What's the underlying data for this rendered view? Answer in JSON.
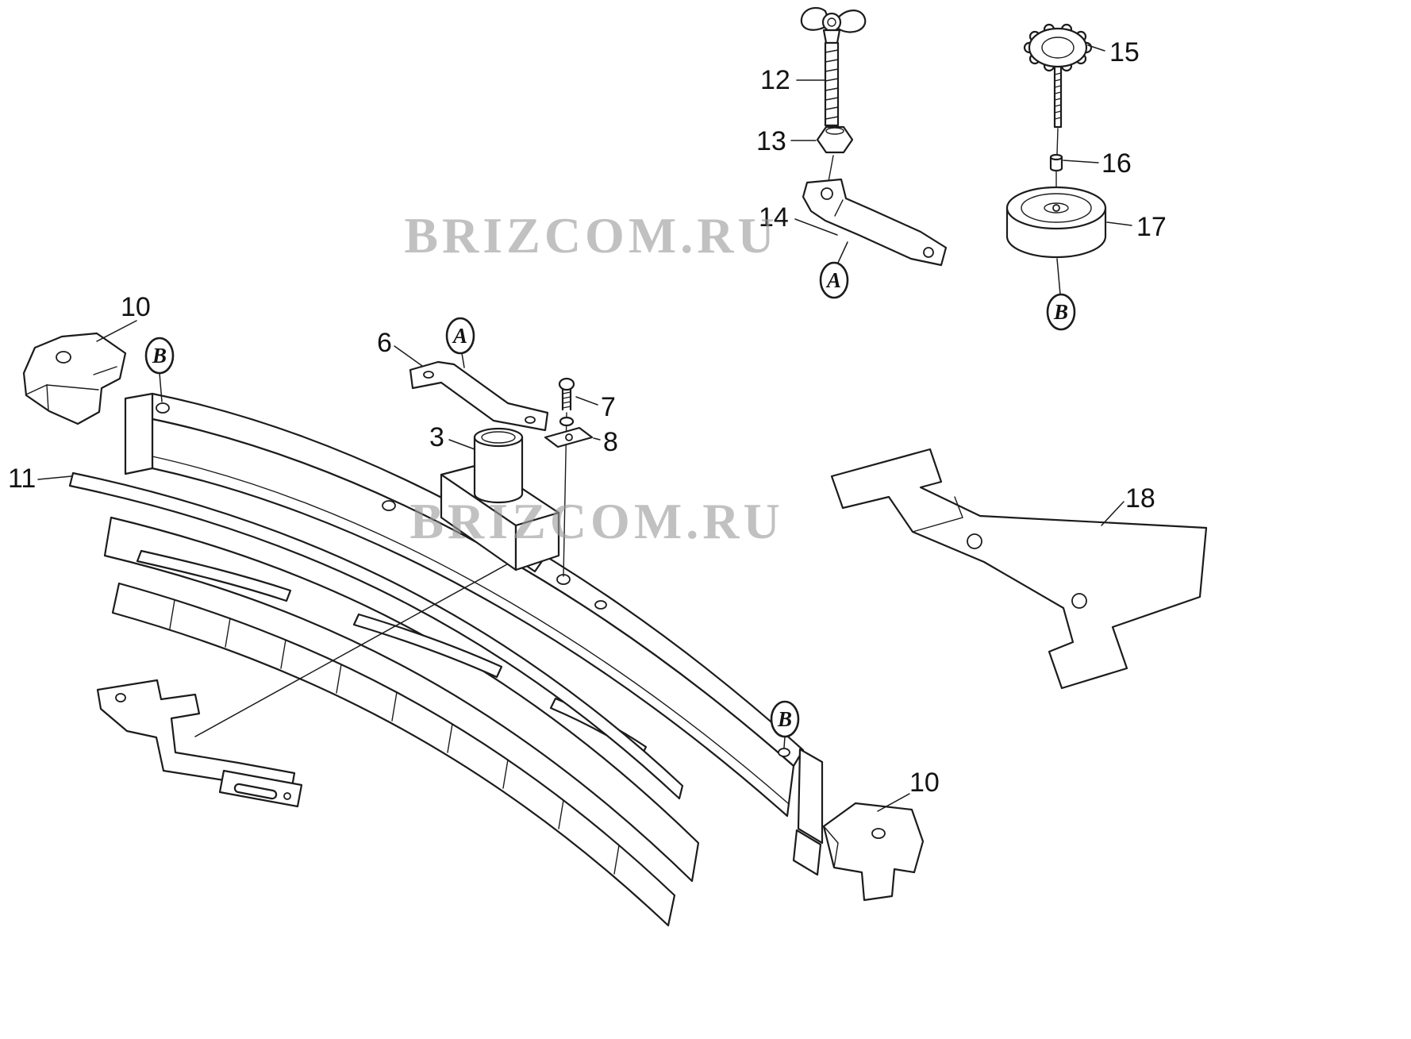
{
  "diagram": {
    "watermark": {
      "text": "BRIZCOM.RU",
      "color": "#9c9c9c"
    },
    "part_labels": {
      "p3": "3",
      "p6": "6",
      "p7": "7",
      "p8": "8",
      "p10_top": "10",
      "p10_bottom": "10",
      "p11": "11",
      "p12": "12",
      "p13": "13",
      "p14": "14",
      "p15": "15",
      "p16": "16",
      "p17": "17",
      "p18": "18"
    },
    "callouts": {
      "a_center": "A",
      "a_right": "A",
      "b_top_left": "B",
      "b_right": "B",
      "b_bottom": "B"
    }
  }
}
